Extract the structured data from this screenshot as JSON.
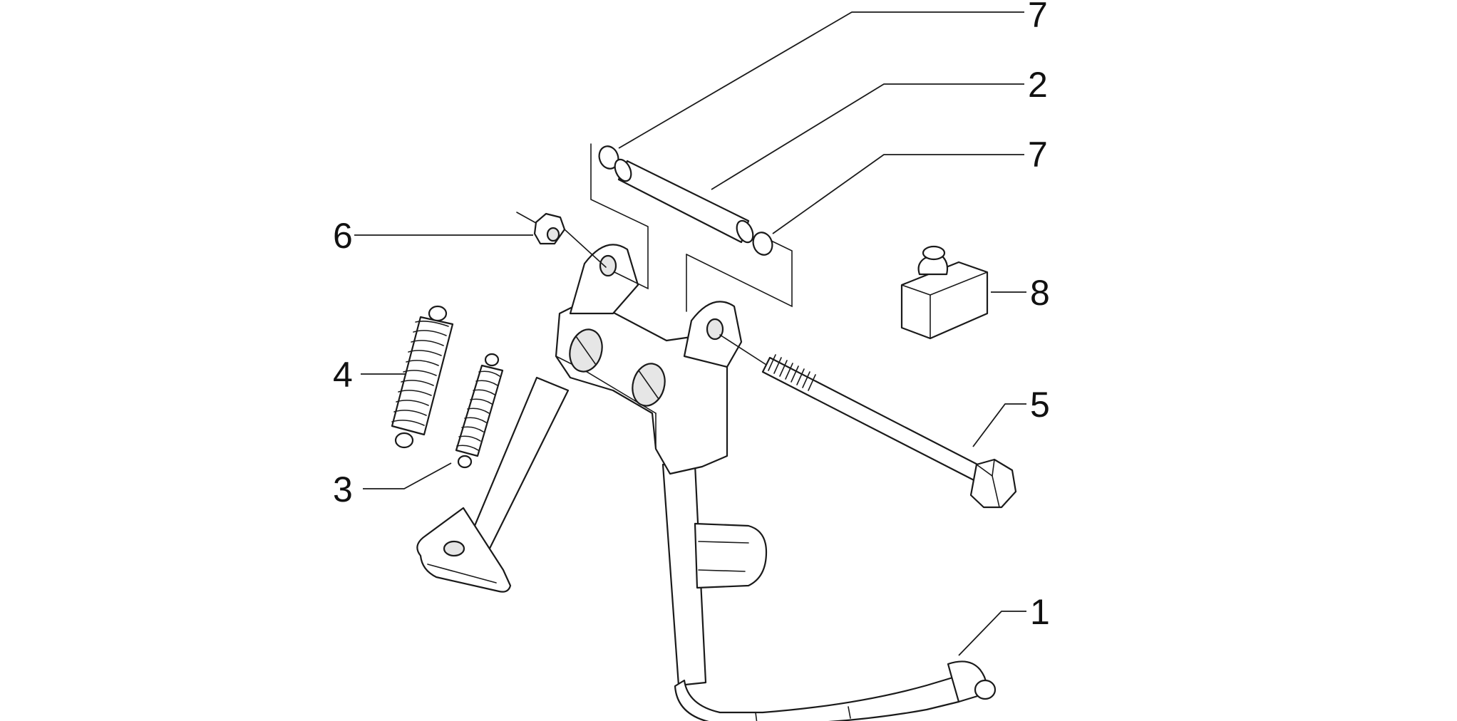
{
  "diagram": {
    "type": "exploded-parts-view",
    "line_color": "#1a1a1a",
    "background": "#ffffff",
    "callouts": [
      {
        "id": "7a",
        "label": "7"
      },
      {
        "id": "2",
        "label": "2"
      },
      {
        "id": "7b",
        "label": "7"
      },
      {
        "id": "6",
        "label": "6"
      },
      {
        "id": "8",
        "label": "8"
      },
      {
        "id": "4",
        "label": "4"
      },
      {
        "id": "5",
        "label": "5"
      },
      {
        "id": "3",
        "label": "3"
      },
      {
        "id": "1",
        "label": "1"
      }
    ]
  }
}
